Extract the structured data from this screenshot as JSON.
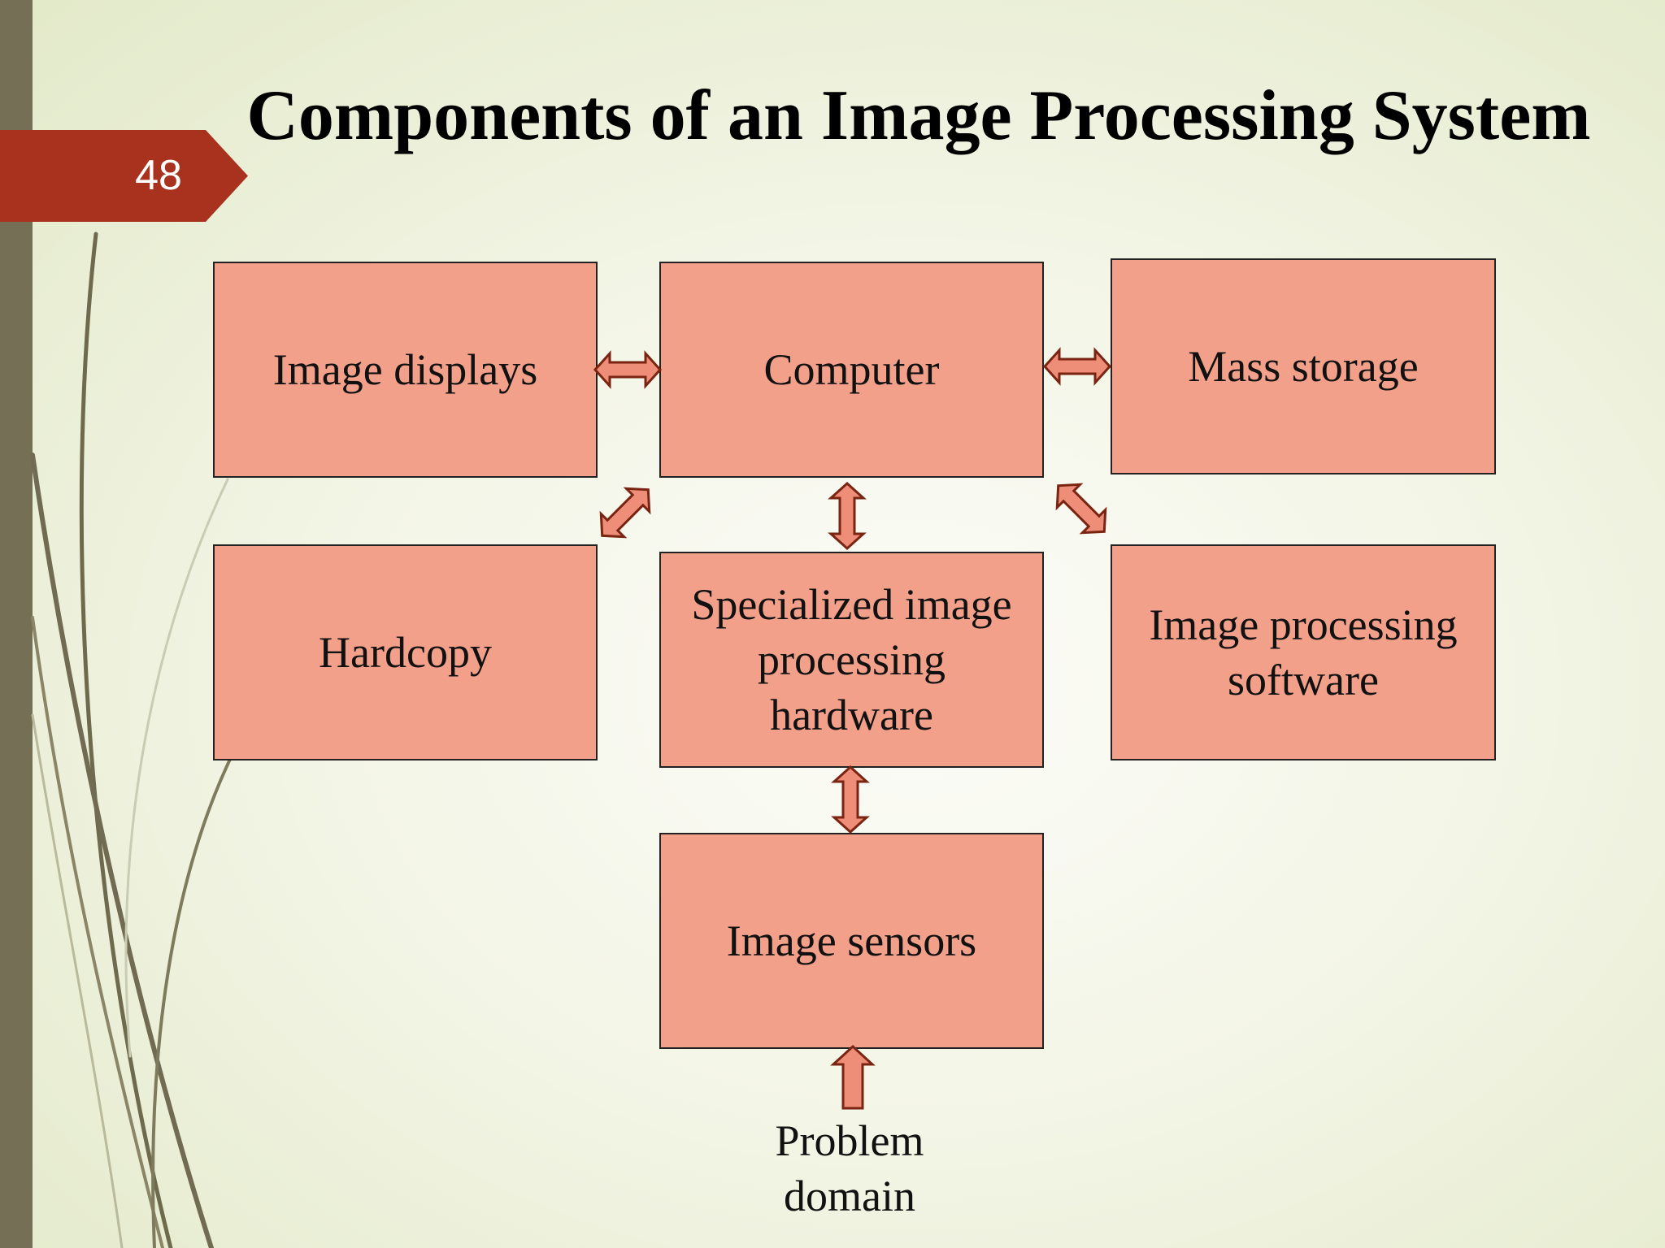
{
  "slide": {
    "number": "48",
    "title": "Components of an Image Processing System"
  },
  "diagram": {
    "boxes": {
      "image_displays": "Image displays",
      "computer": "Computer",
      "mass_storage": "Mass storage",
      "hardcopy": "Hardcopy",
      "specialized_hardware": "Specialized image processing hardware",
      "image_processing_software": "Image processing software",
      "image_sensors": "Image sensors"
    },
    "problem_domain": "Problem domain"
  },
  "colors": {
    "box_fill": "#f2a08a",
    "box_border": "#222222",
    "arrow_fill": "#ee8d78",
    "arrow_stroke": "#7a2412",
    "slide_tag": "#a8321e",
    "left_bar": "#756f56"
  }
}
